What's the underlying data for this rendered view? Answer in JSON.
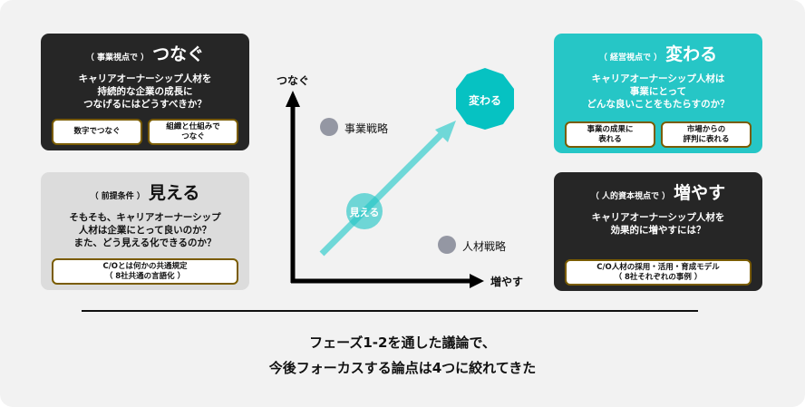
{
  "cards": [
    {
      "prefix": "（ 事業視点で ）",
      "title": "つなぐ",
      "question": "キャリアオーナーシップ人材を\n持続的な企業の成長に\nつなげるにはどうすべきか？",
      "buttons": [
        "数字でつなぐ",
        "組織と仕組みで\nつなぐ"
      ]
    },
    {
      "prefix": "（ 前提条件 ）",
      "title": "見える",
      "question": "そもそも、キャリアオーナーシップ\n人材は企業にとって良いのか？\nまた、どう見える化できるのか？",
      "buttons": [
        "C/Oとは何かの共通規定\n（ 8社共通の言語化 ）"
      ]
    },
    {
      "prefix": "（ 経営視点で ）",
      "title": "変わる",
      "question": "キャリアオーナーシップ人材は\n事業にとって\nどんな良いことをもたらすのか？",
      "buttons": [
        "事業の成果に\n表れる",
        "市場からの\n評判に表れる"
      ]
    },
    {
      "prefix": "（ 人的資本視点で ）",
      "title": "増やす",
      "question": "キャリアオーナーシップ人材を\n効果的に増やすには？",
      "buttons": [
        "C/O人材の採用・活用・育成モデル\n（ 8社それぞれの事例 ）"
      ]
    }
  ],
  "diagram": {
    "y_axis": "つなぐ",
    "x_axis": "増やす",
    "point1": "事業戦略",
    "point2": "人材戦略",
    "start": "見える",
    "goal": "変わる"
  },
  "footer": {
    "line1": "フェーズ1-2を通した議論で、",
    "line2": "今後フォーカスする論点は4つに絞れてきた"
  }
}
